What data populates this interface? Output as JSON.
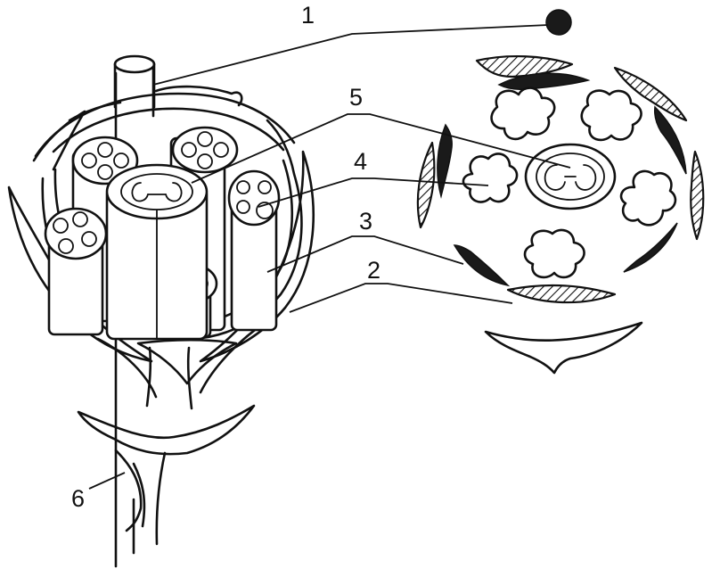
{
  "diagram": {
    "labels": [
      {
        "id": "1",
        "text": "1"
      },
      {
        "id": "2",
        "text": "2"
      },
      {
        "id": "3",
        "text": "3"
      },
      {
        "id": "4",
        "text": "4"
      },
      {
        "id": "5",
        "text": "5"
      },
      {
        "id": "6",
        "text": "6"
      }
    ]
  }
}
